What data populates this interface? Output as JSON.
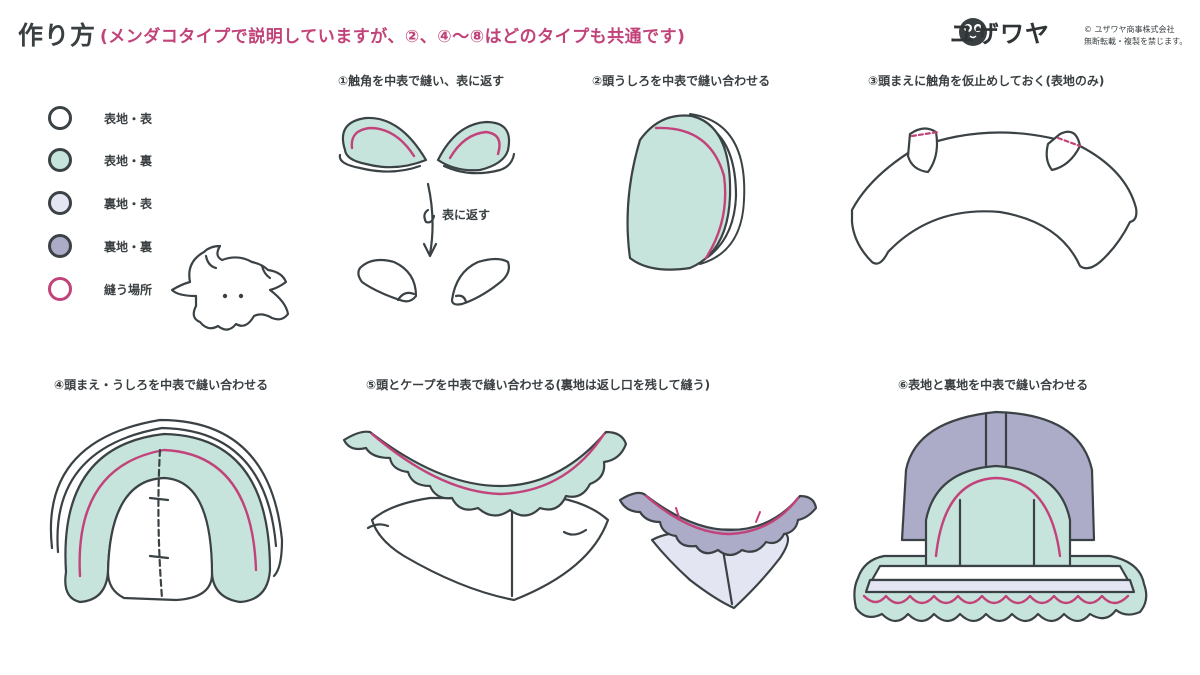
{
  "header": {
    "title": "作り方",
    "subtitle": "(メンダコタイプで説明していますが、②、④〜⑧はどのタイプも共通です)",
    "brand": "ユザワヤ",
    "copyright_line1": "© ユザワヤ商事株式会社",
    "copyright_line2": "無断転載・複製を禁じます。"
  },
  "legend": {
    "items": [
      {
        "label": "表地・表",
        "fill": "#ffffff",
        "stroke": "#3b4245"
      },
      {
        "label": "表地・裏",
        "fill": "#c6e3dc",
        "stroke": "#3b4245"
      },
      {
        "label": "裏地・表",
        "fill": "#e3e6f2",
        "stroke": "#3b4245"
      },
      {
        "label": "裏地・裏",
        "fill": "#acabc8",
        "stroke": "#3b4245"
      },
      {
        "label": "縫う場所",
        "fill": "#ffffff",
        "stroke": "#c1437a"
      }
    ]
  },
  "steps": [
    {
      "label": "①触角を中表で縫い、表に返す"
    },
    {
      "label": "②頭うしろを中表で縫い合わせる"
    },
    {
      "label": "③頭まえに触角を仮止めしておく(表地のみ)"
    },
    {
      "label": "④頭まえ・うしろを中表で縫い合わせる"
    },
    {
      "label": "⑤頭とケープを中表で縫い合わせる(裏地は返し口を残して縫う)"
    },
    {
      "label": "⑥表地と裏地を中表で縫い合わせる"
    }
  ],
  "annotations": {
    "turn_out": "表に返す"
  },
  "colors": {
    "outer_front": "#ffffff",
    "outer_back": "#c6e3dc",
    "lining_front": "#e3e6f2",
    "lining_back": "#acabc8",
    "seam": "#c1437a",
    "outline": "#3b4245"
  }
}
